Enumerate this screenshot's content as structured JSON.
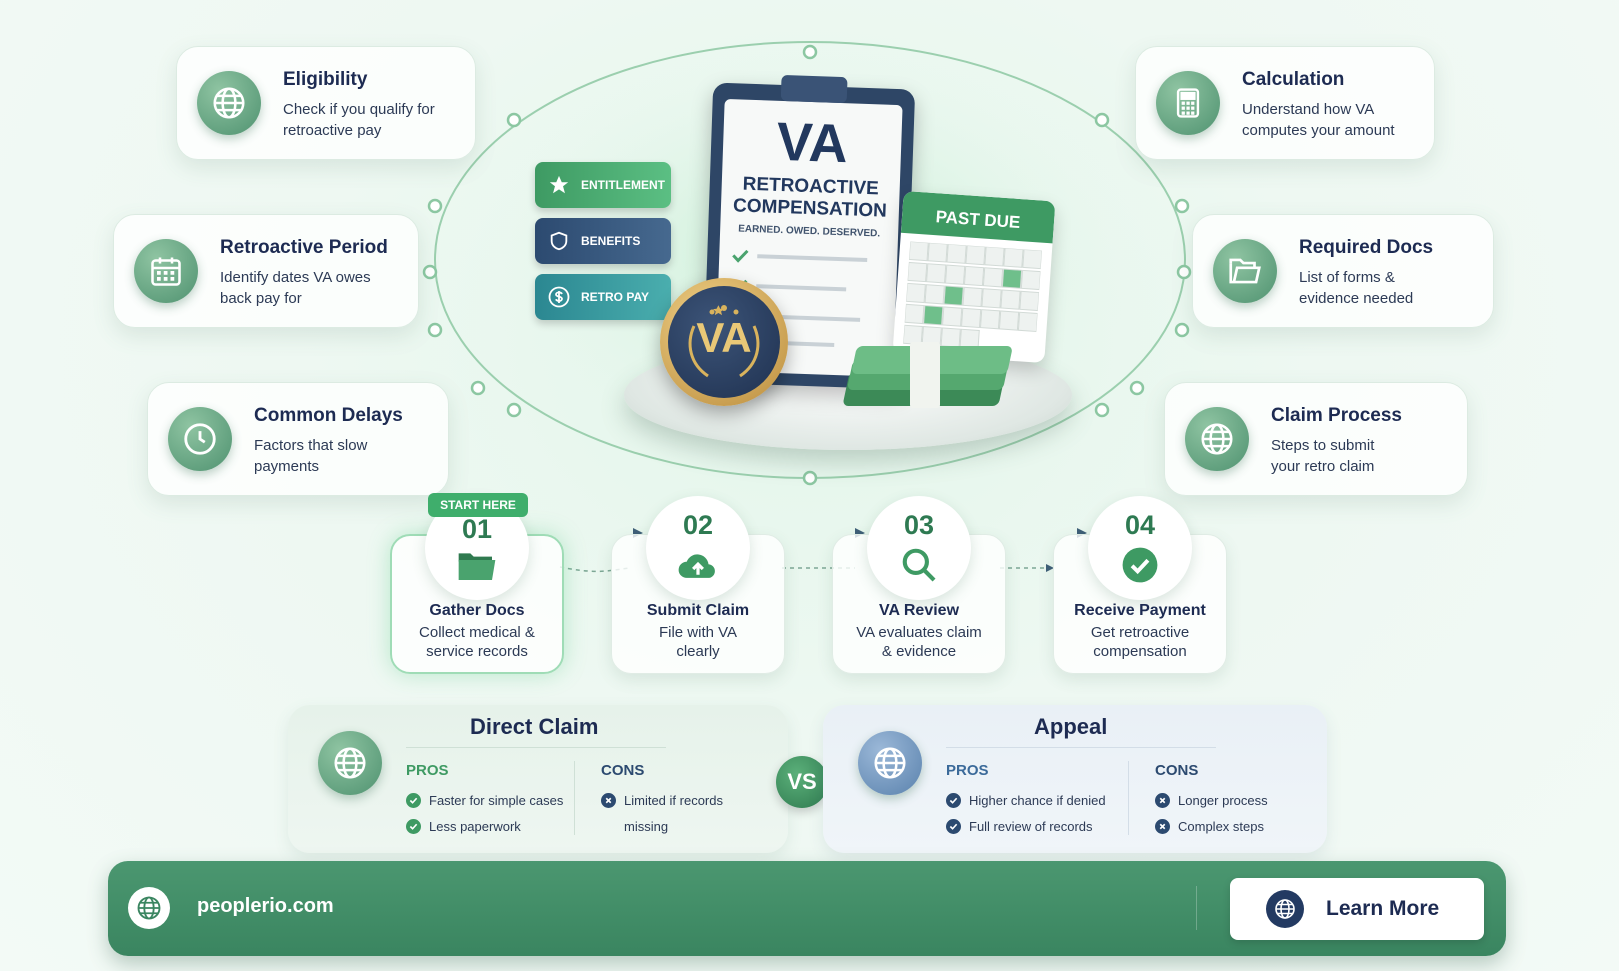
{
  "topics": {
    "eligibility": {
      "title": "Eligibility",
      "desc": "Check if you qualify for retroactive pay",
      "icon": "globe-icon"
    },
    "retro_period": {
      "title": "Retroactive Period",
      "desc": "Identify dates VA owes back pay for",
      "icon": "calendar-icon"
    },
    "delays": {
      "title": "Common Delays",
      "desc": "Factors that slow payments",
      "icon": "clock-icon"
    },
    "calculation": {
      "title": "Calculation",
      "desc": "Understand how VA computes your amount",
      "icon": "calculator-icon"
    },
    "required_docs": {
      "title": "Required Docs",
      "desc": "List of forms & evidence needed",
      "icon": "folder-icon"
    },
    "claim_process": {
      "title": "Claim Process",
      "desc": "Steps to submit your retro claim",
      "icon": "globe-icon"
    }
  },
  "hero": {
    "tags": [
      "ENTITLEMENT",
      "BENEFITS",
      "RETRO PAY"
    ],
    "clipboard_big": "VA",
    "clipboard_line1": "RETROACTIVE",
    "clipboard_line2": "COMPENSATION",
    "clipboard_sub": "EARNED. OWED. DESERVED.",
    "calendar_label": "PAST DUE",
    "medal_text": "VA"
  },
  "steps": {
    "badge": "START HERE",
    "items": [
      {
        "num": "01",
        "title": "Gather Docs",
        "desc": "Collect medical & service records",
        "icon": "folder-icon"
      },
      {
        "num": "02",
        "title": "Submit Claim",
        "desc": "File with VA clearly",
        "icon": "cloud-upload-icon"
      },
      {
        "num": "03",
        "title": "VA Review",
        "desc": "VA evaluates claim & evidence",
        "icon": "magnifier-icon"
      },
      {
        "num": "04",
        "title": "Receive Payment",
        "desc": "Get retroactive compensation",
        "icon": "check-circle-icon"
      }
    ]
  },
  "comparison": {
    "vs": "VS",
    "direct": {
      "title": "Direct Claim",
      "pros_label": "PROS",
      "cons_label": "CONS",
      "pros": [
        "Faster for simple cases",
        "Less paperwork"
      ],
      "cons": [
        "Limited if records missing"
      ]
    },
    "appeal": {
      "title": "Appeal",
      "pros_label": "PROS",
      "cons_label": "CONS",
      "pros": [
        "Higher chance if denied",
        "Full review of records"
      ],
      "cons": [
        "Longer process",
        "Complex steps"
      ]
    }
  },
  "footer": {
    "site": "peoplerio.com",
    "cta": "Learn More"
  },
  "colors": {
    "green": "#3f8a62",
    "navy": "#1d2b52",
    "teal": "#2d8c8a",
    "footer": "#3e8a62"
  }
}
